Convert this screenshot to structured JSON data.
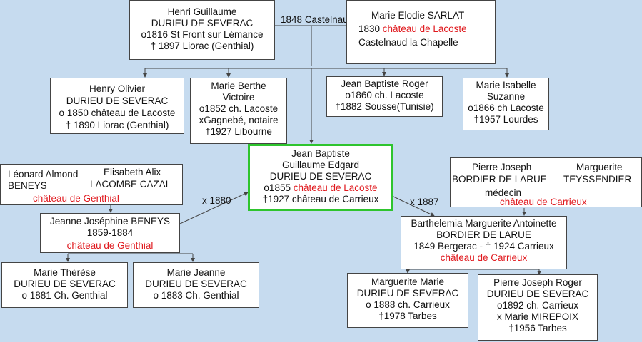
{
  "marriage_1848": {
    "year": "1848",
    "place": "Castelnaud"
  },
  "henri_guillaume": {
    "l1": "Henri Guillaume",
    "l2": "DURIEU DE SEVERAC",
    "l3": "o1816 St Front sur Lémance",
    "l4": "† 1897 Liorac (Genthial)"
  },
  "marie_elodie": {
    "l1": "Marie Elodie SARLAT",
    "l2a": "1830 ",
    "l2b": "château de Lacoste",
    "l3": "Castelnaud la Chapelle"
  },
  "henry_olivier": {
    "l1": "Henry Olivier",
    "l2": "DURIEU DE SEVERAC",
    "l3": "o 1850 château de Lacoste",
    "l4": "† 1890 Liorac (Genthial)"
  },
  "marie_berthe": {
    "l1": "Marie Berthe",
    "l2": "Victoire",
    "l3": "o1852 ch. Lacoste",
    "l4": "xGagnebé, notaire",
    "l5": "†1927 Libourne"
  },
  "jean_baptiste_roger": {
    "l1": "Jean Baptiste Roger",
    "l2": "o1860 ch. Lacoste",
    "l3": "†1882 Sousse(Tunisie)"
  },
  "marie_isabelle": {
    "l1": "Marie Isabelle",
    "l2": "Suzanne",
    "l3": "o1866 ch Lacoste",
    "l4": "†1957 Lourdes"
  },
  "jean_baptiste_edgard": {
    "l1": "Jean Baptiste",
    "l2": "Guillaume Edgard",
    "l3": "DURIEU DE SEVERAC",
    "l4a": "o1855 ",
    "l4b": "château de Lacoste",
    "l5": "†1927 château de Carrieux"
  },
  "beneys_parents": {
    "a1": "Léonard Almond",
    "a2": "BENEYS",
    "b1": "Elisabeth Alix",
    "b2": "LACOMBE CAZAL",
    "place": "château de Genthial"
  },
  "bordier_parents": {
    "a1": "Pierre Joseph",
    "a2": "BORDIER DE LARUE",
    "a3": "médecin",
    "b1": "Marguerite",
    "b2": "TEYSSENDIER",
    "place": "château de Carrieux"
  },
  "marriage_1880": "x 1880",
  "marriage_1887": "x 1887",
  "jeanne_josephine": {
    "l1": "Jeanne Joséphine BENEYS",
    "l2": "1859-1884",
    "l3": "château de Genthial"
  },
  "barthelemia": {
    "l1": "Barthelemia Marguerite Antoinette",
    "l2": "BORDIER DE LARUE",
    "l3": "1849 Bergerac - † 1924 Carrieux",
    "l4": "château de Carrieux"
  },
  "marie_therese": {
    "l1": "Marie Thérèse",
    "l2": "DURIEU DE SEVERAC",
    "l3": "o 1881 Ch. Genthial"
  },
  "marie_jeanne": {
    "l1": "Marie Jeanne",
    "l2": "DURIEU DE SEVERAC",
    "l3": "o 1883 Ch. Genthial"
  },
  "marguerite_marie": {
    "l1": "Marguerite Marie",
    "l2": "DURIEU DE SEVERAC",
    "l3": "o 1888 ch. Carrieux",
    "l4": "†1978 Tarbes"
  },
  "pierre_joseph_roger": {
    "l1": "Pierre Joseph Roger",
    "l2": "DURIEU DE SEVERAC",
    "l3": "o1892 ch. Carrieux",
    "l4": "x Marie MIREPOIX",
    "l5": "†1956 Tarbes"
  }
}
